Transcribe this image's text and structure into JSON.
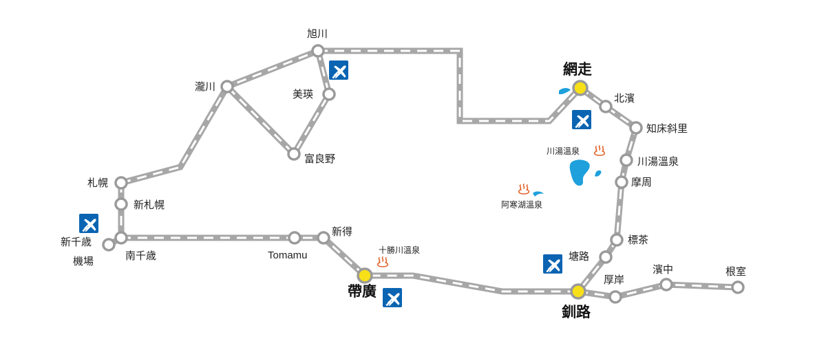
{
  "map": {
    "stations": {
      "asahikawa": "旭川",
      "takikawa": "瀧川",
      "biei": "美瑛",
      "furano": "富良野",
      "sapporo": "札幌",
      "shin_sapporo": "新札幌",
      "minami_chitose": "南千歳",
      "tomamu": "Tomamu",
      "shintoku": "新得",
      "obihiro": "帶廣",
      "kushiro": "釧路",
      "toro": "塘路",
      "shibecha": "標茶",
      "mashu": "摩周",
      "kawayu_onsen": "川湯溫泉",
      "shiretoko_shari": "知床斜里",
      "kitahama": "北濱",
      "abashiri": "網走",
      "akkeshi": "厚岸",
      "hamanaka": "濱中",
      "nemuro": "根室"
    },
    "airport_label": {
      "line1": "新千歳",
      "line2": "機場"
    },
    "onsen": {
      "kawayu": "川湯溫泉",
      "akanko": "阿寒湖溫泉",
      "tokachigawa": "十勝川溫泉"
    },
    "icons": {
      "airport": "airplane-icon",
      "onsen": "hot-spring-icon"
    },
    "colors": {
      "rail": "#a7a7a7",
      "major_station": "#f7e017",
      "airport": "#0a64b2",
      "lake": "#1ea0dc",
      "onsen": "#e2632a"
    }
  }
}
